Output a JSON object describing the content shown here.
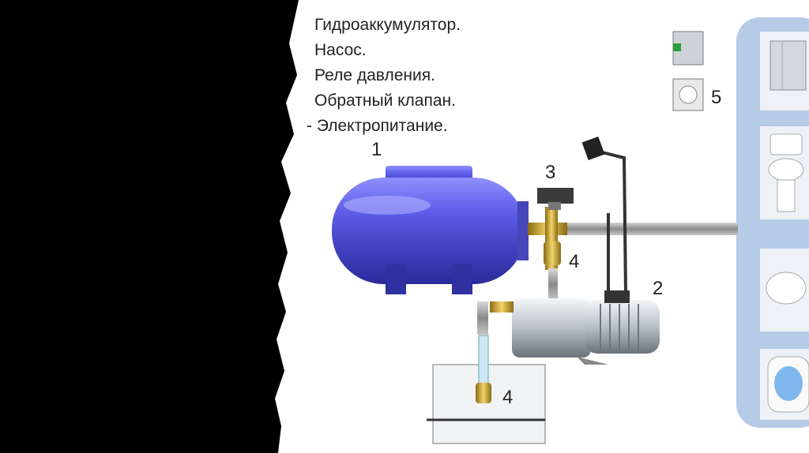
{
  "legend": {
    "item1": "Гидроаккумулятор.",
    "item2": "Насос.",
    "item3": "Реле давления.",
    "item4": "Обратный клапан.",
    "item5": "- Электропитание."
  },
  "labels": {
    "n1": "1",
    "n2": "2",
    "n3": "3",
    "n4a": "4",
    "n4b": "4",
    "n5": "5"
  },
  "colors": {
    "background_left": "#000000",
    "paper": "#ffffff",
    "tank": "#4f4fd0",
    "pipe": "#a9a9a9",
    "panel": "#b5cbe6"
  },
  "icons": [
    "pressure-tank-icon",
    "pump-icon",
    "pressure-switch-icon",
    "check-valve-icon",
    "power-plug-icon",
    "socket-icon",
    "breaker-icon",
    "shower-cabin-icon",
    "toilet-icon",
    "sink-icon",
    "water-heater-icon"
  ]
}
